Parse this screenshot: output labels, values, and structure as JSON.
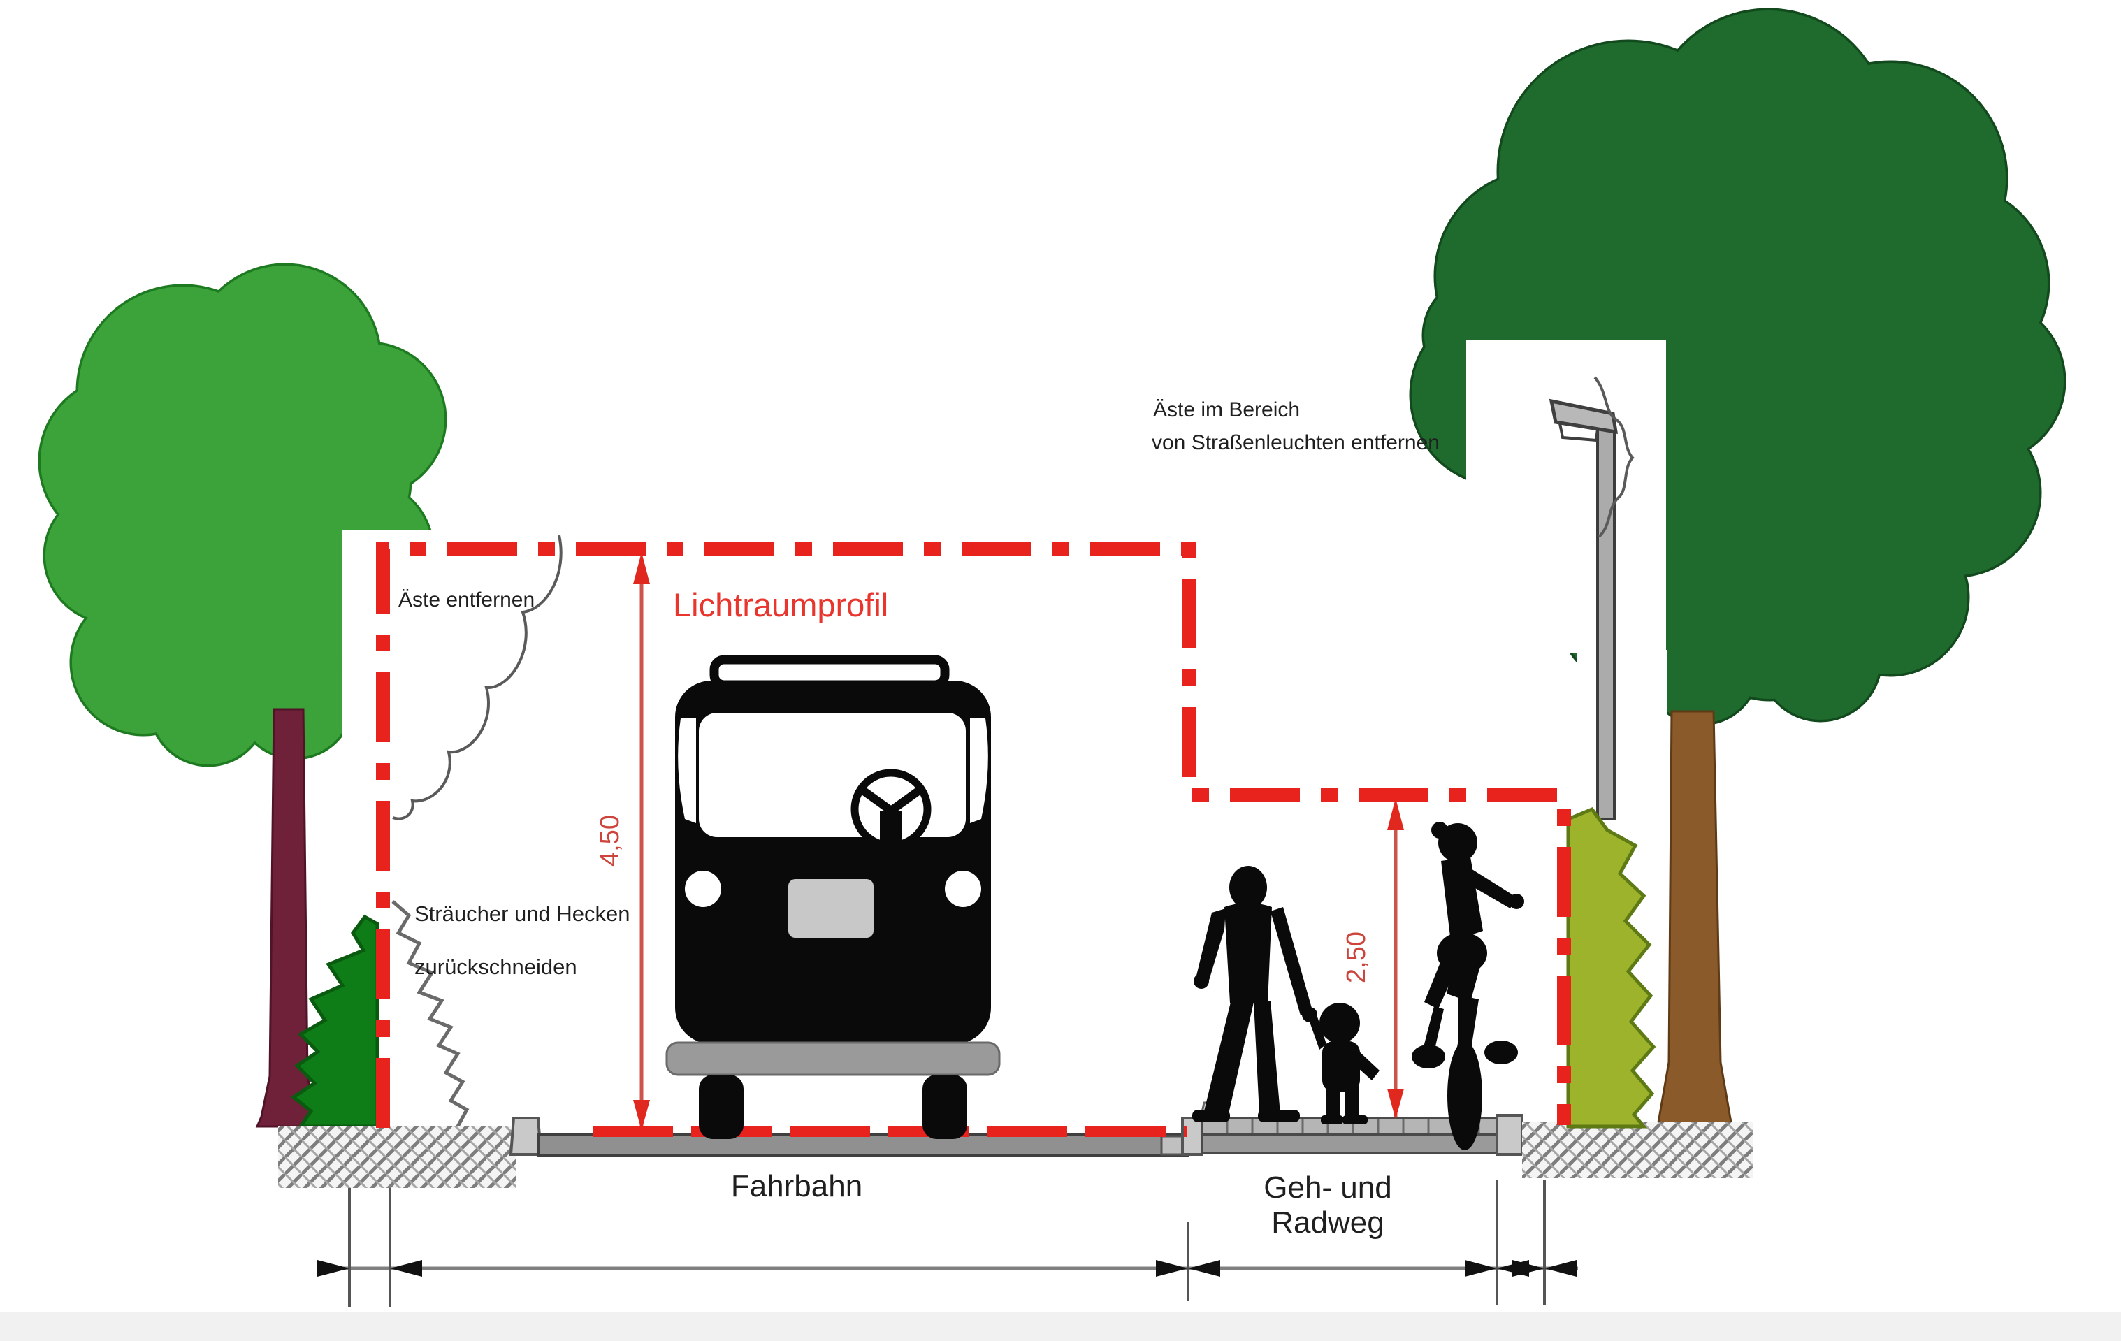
{
  "diagram": {
    "title": "Lichtraumprofil",
    "annotations": {
      "remove_branches": "Äste entfernen",
      "cut_shrubs_line1": "Sträucher und Hecken",
      "cut_shrubs_line2": "zurückschneiden",
      "streetlight_line1": "Äste im Bereich",
      "streetlight_line2": "von Straßenleuchten entfernen"
    },
    "dimensions": {
      "clearance_height_road": "4,50",
      "clearance_height_path": "2,50"
    },
    "zones": {
      "road_label": "Fahrbahn",
      "path_label_line1": "Geh- und",
      "path_label_line2": "Radweg"
    },
    "colors": {
      "profile_red": "#e8231d",
      "dimension_red": "#cc544c",
      "arrow_red": "#e0281e",
      "title_red": "#e8362e",
      "canopy_left_green": "#3ca33a",
      "canopy_left_outline": "#1e7a20",
      "canopy_right_green": "#1e6b2d",
      "canopy_right_outline": "#124a1e",
      "bush_left_green": "#0f7d17",
      "bush_right_olive": "#9db32c",
      "trunk_left_maroon": "#6e2139",
      "trunk_right_brown": "#8a5a2a",
      "road_gray": "#909090",
      "walkway_gray": "#b5b5b5",
      "silhouette_black": "#0a0a0a",
      "text_black": "#1f1f1f"
    }
  }
}
